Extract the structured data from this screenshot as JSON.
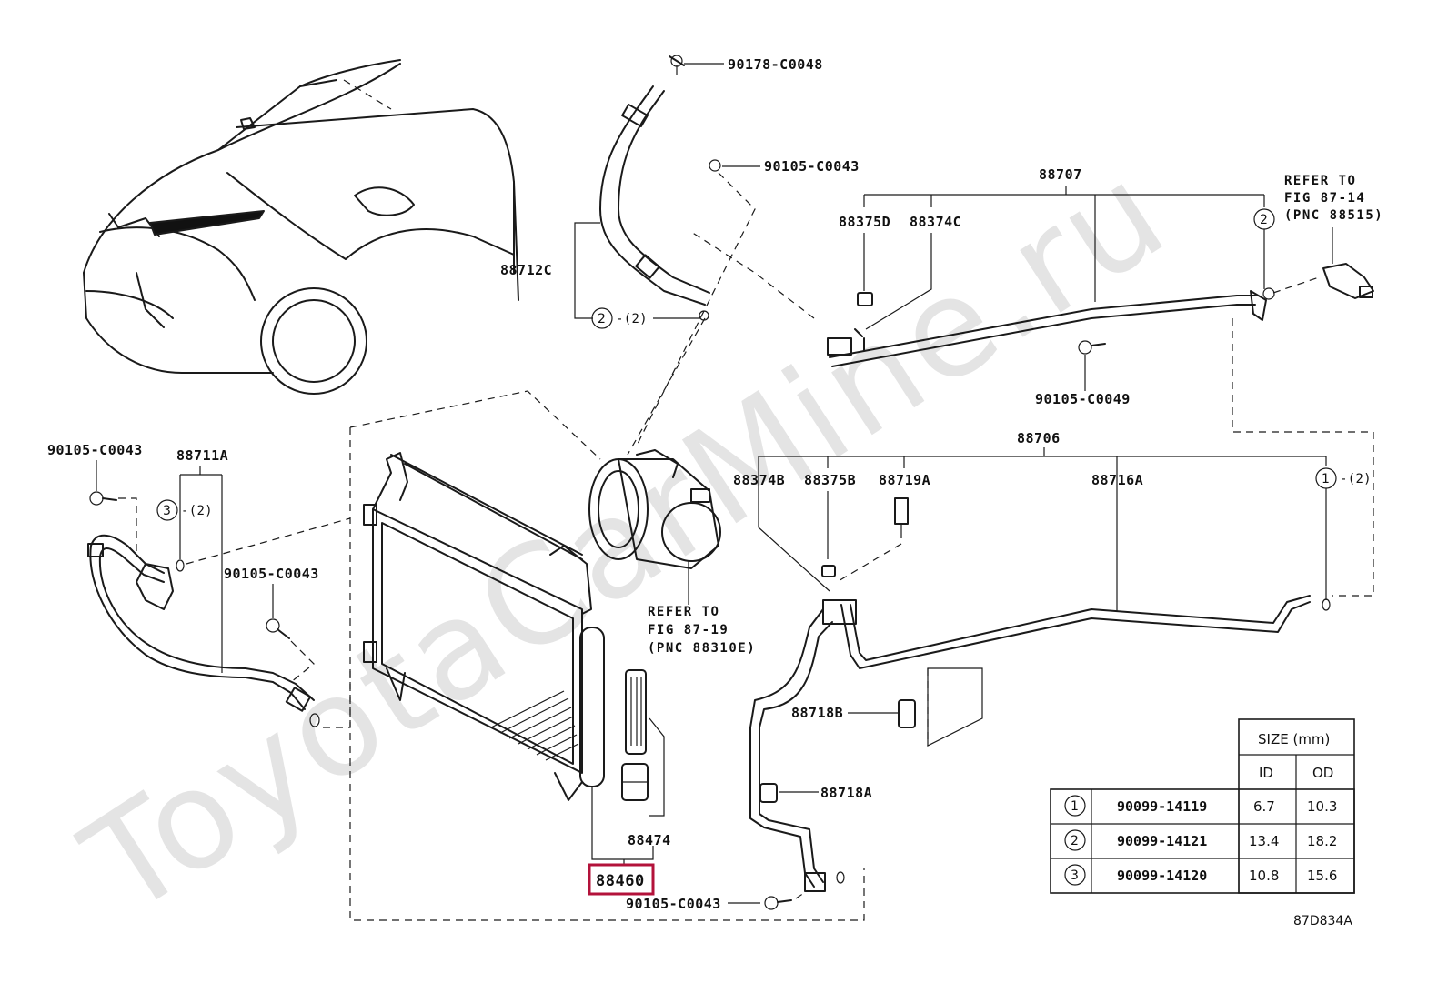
{
  "watermark": "ToyotaCarMine.ru",
  "figure_code": "87D834A",
  "highlighted_part": "88460",
  "callouts": {
    "bolt_top": "90178-C0048",
    "bolt_upper": "90105-C0043",
    "hose_88712c": "88712C",
    "oring_2_a": "2",
    "oring_2_a_qty": "-(2)",
    "pipe_88707": "88707",
    "p_88375d": "88375D",
    "p_88374c": "88374C",
    "refer_1_l1": "REFER TO",
    "refer_1_l2": "FIG 87-14",
    "refer_1_l3": "(PNC 88515)",
    "oring_2_b": "2",
    "bolt_mid_right": "90105-C0049",
    "pipe_88706": "88706",
    "p_88374b": "88374B",
    "p_88375b": "88375B",
    "p_88719a": "88719A",
    "p_88716a": "88716A",
    "oring_1": "1",
    "oring_1_qty": "-(2)",
    "bolt_left_top": "90105-C0043",
    "hose_88711a": "88711A",
    "oring_3": "3",
    "oring_3_qty": "-(2)",
    "bolt_left_mid": "90105-C0043",
    "refer_2_l1": "REFER TO",
    "refer_2_l2": "FIG 87-19",
    "refer_2_l3": "(PNC 88310E)",
    "p_88718b": "88718B",
    "p_88718a": "88718A",
    "p_88474": "88474",
    "p_88460": "88460",
    "bolt_bottom": "90105-C0043"
  },
  "size_table": {
    "header": "SIZE (mm)",
    "col_id": "ID",
    "col_od": "OD",
    "rows": [
      {
        "ref": "1",
        "part": "90099-14119",
        "id": "6.7",
        "od": "10.3"
      },
      {
        "ref": "2",
        "part": "90099-14121",
        "id": "13.4",
        "od": "18.2"
      },
      {
        "ref": "3",
        "part": "90099-14120",
        "id": "10.8",
        "od": "15.6"
      }
    ]
  }
}
